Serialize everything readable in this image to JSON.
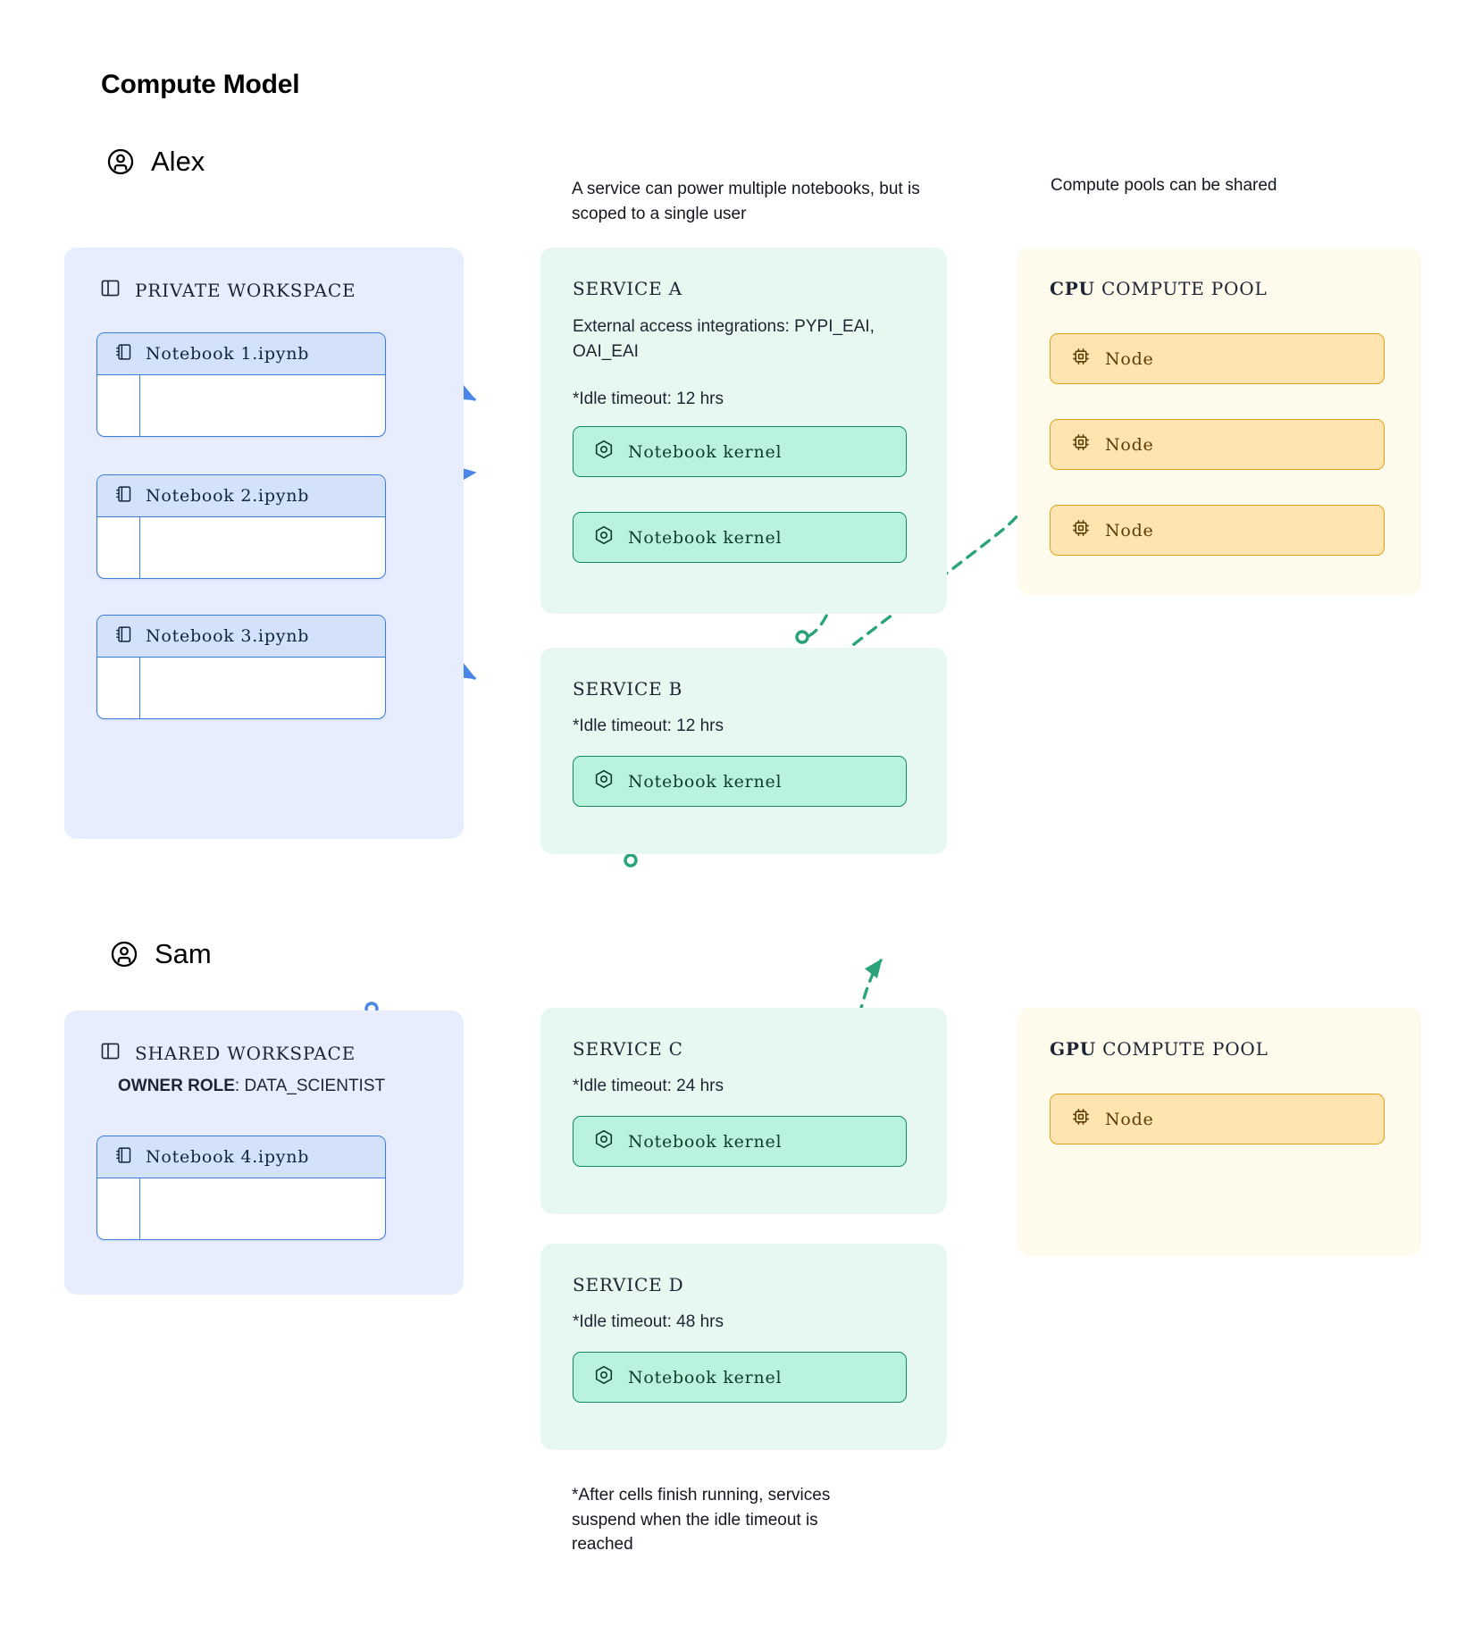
{
  "title": "Compute Model",
  "people": [
    {
      "name": "Alex",
      "icon": "user-circle-icon"
    },
    {
      "name": "Sam",
      "icon": "user-circle-icon"
    }
  ],
  "captions": {
    "service_scope": "A service can power multiple notebooks, but is scoped to a single user",
    "pools_shared": "Compute pools can be shared",
    "idle_footnote": "*After cells finish running, services suspend when the idle timeout is reached"
  },
  "workspaces": [
    {
      "id": "private-workspace",
      "label": "PRIVATE WORKSPACE",
      "icon": "workspace-panel-icon",
      "owner_role_label": null,
      "owner_role_value": null,
      "notebooks": [
        {
          "title": "Notebook 1.ipynb",
          "icon": "notebook-icon"
        },
        {
          "title": "Notebook 2.ipynb",
          "icon": "notebook-icon"
        },
        {
          "title": "Notebook 3.ipynb",
          "icon": "notebook-icon"
        }
      ]
    },
    {
      "id": "shared-workspace",
      "label": "SHARED WORKSPACE",
      "icon": "workspace-panel-icon",
      "owner_role_label": "OWNER ROLE",
      "owner_role_value": "DATA_SCIENTIST",
      "notebooks": [
        {
          "title": "Notebook 4.ipynb",
          "icon": "notebook-icon"
        }
      ]
    }
  ],
  "services": [
    {
      "id": "service-a",
      "title": "SERVICE A",
      "integrations": "External access integrations: PYPI_EAI, OAI_EAI",
      "idle": "*Idle timeout: 12 hrs",
      "kernels": [
        "Notebook kernel",
        "Notebook kernel"
      ]
    },
    {
      "id": "service-b",
      "title": "SERVICE B",
      "integrations": null,
      "idle": "*Idle timeout: 12 hrs",
      "kernels": [
        "Notebook kernel"
      ]
    },
    {
      "id": "service-c",
      "title": "SERVICE C",
      "integrations": null,
      "idle": "*Idle timeout: 24 hrs",
      "kernels": [
        "Notebook kernel"
      ]
    },
    {
      "id": "service-d",
      "title": "SERVICE D",
      "integrations": null,
      "idle": "*Idle timeout: 48 hrs",
      "kernels": [
        "Notebook kernel"
      ]
    }
  ],
  "pools": [
    {
      "id": "cpu-compute-pool",
      "kind": "CPU",
      "suffix": " COMPUTE POOL",
      "nodes": [
        "Node",
        "Node",
        "Node"
      ]
    },
    {
      "id": "gpu-compute-pool",
      "kind": "GPU",
      "suffix": " COMPUTE POOL",
      "nodes": [
        "Node"
      ]
    }
  ],
  "colors": {
    "workspace_bg": "#e7edfd",
    "notebook_border": "#3b7ddd",
    "notebook_head": "#d3e1fb",
    "service_bg": "#e7f8f1",
    "kernel_bg": "#b9f2dd",
    "kernel_border": "#118a62",
    "pool_bg": "#fefaec",
    "node_bg": "#fde4b0",
    "node_border": "#e0a21c",
    "edge_blue": "#4a86e8",
    "edge_green": "#29a37a"
  }
}
